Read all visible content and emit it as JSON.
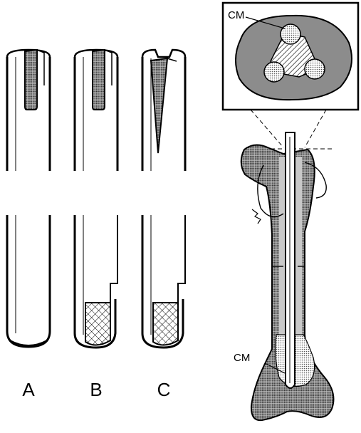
{
  "figure": {
    "panel_labels": [
      "A",
      "B",
      "C"
    ],
    "callouts": {
      "inset": "CM",
      "femur": "CM"
    }
  },
  "colors": {
    "ink": "#000000",
    "paper": "#ffffff",
    "bone_fill": "#a9a9a9",
    "marrow_fill": "#c9c9c9",
    "cement_fill": "#dcdcdc"
  }
}
